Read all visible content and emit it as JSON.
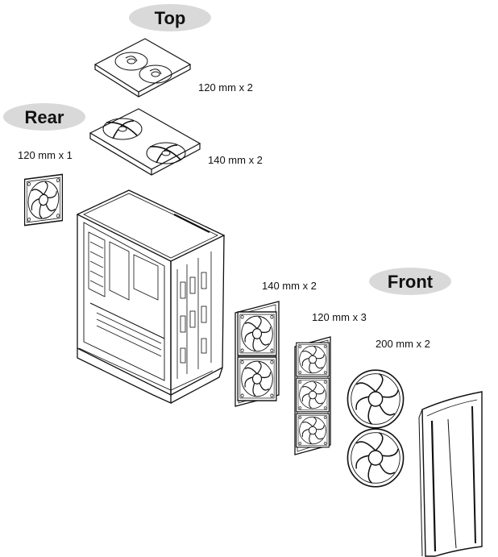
{
  "labels": {
    "top": "Top",
    "rear": "Rear",
    "front": "Front"
  },
  "specs": {
    "top_120": "120 mm x 2",
    "top_140": "140 mm x 2",
    "rear_120": "120 mm x 1",
    "front_140": "140 mm x 2",
    "front_120": "120 mm x 3",
    "front_200": "200 mm x 2"
  },
  "colors": {
    "label_pill": "#d9d9d9",
    "line": "#111111"
  }
}
